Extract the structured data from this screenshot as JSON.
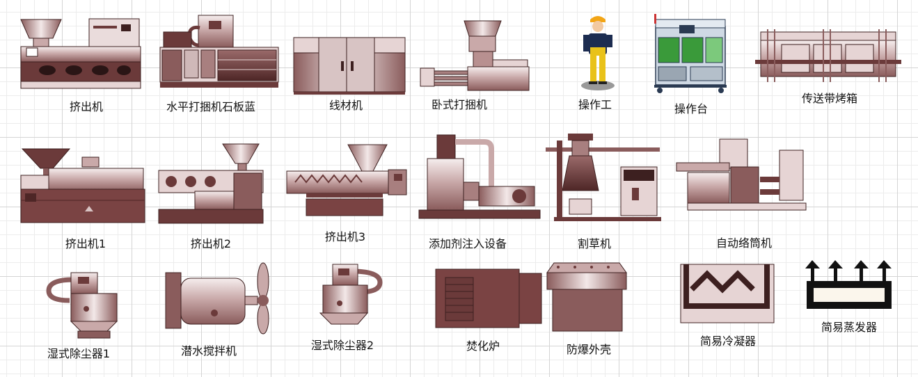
{
  "equipment": [
    {
      "id": "extruder",
      "label": "挤出机"
    },
    {
      "id": "horizontal-baler-slate",
      "label": "水平打捆机石板蓝"
    },
    {
      "id": "wire-machine",
      "label": "线材机"
    },
    {
      "id": "horizontal-baler",
      "label": "卧式打捆机"
    },
    {
      "id": "operator",
      "label": "操作工"
    },
    {
      "id": "console",
      "label": "操作台"
    },
    {
      "id": "conveyor-oven",
      "label": "传送带烤箱"
    },
    {
      "id": "extruder-1",
      "label": "挤出机1"
    },
    {
      "id": "extruder-2",
      "label": "挤出机2"
    },
    {
      "id": "extruder-3",
      "label": "挤出机3"
    },
    {
      "id": "additive-injection",
      "label": "添加剂注入设备"
    },
    {
      "id": "mower",
      "label": "割草机"
    },
    {
      "id": "auto-winder",
      "label": "自动络筒机"
    },
    {
      "id": "wet-scrubber-1",
      "label": "湿式除尘器1"
    },
    {
      "id": "submersible-mixer",
      "label": "潜水搅拌机"
    },
    {
      "id": "wet-scrubber-2",
      "label": "湿式除尘器2"
    },
    {
      "id": "incinerator",
      "label": "焚化炉"
    },
    {
      "id": "explosion-proof-housing",
      "label": "防爆外壳"
    },
    {
      "id": "simple-condenser",
      "label": "简易冷凝器"
    },
    {
      "id": "simple-evaporator",
      "label": "简易蒸发器"
    }
  ],
  "colors": {
    "dark": "#6b3a3a",
    "mid": "#a87f7f",
    "light": "#e6d4d4",
    "line": "#3d2020",
    "green": "#3a9a3a",
    "panel": "#cfd9e4",
    "yellow": "#e9c21a",
    "navy": "#1c2c50",
    "orange": "#f2a516"
  }
}
